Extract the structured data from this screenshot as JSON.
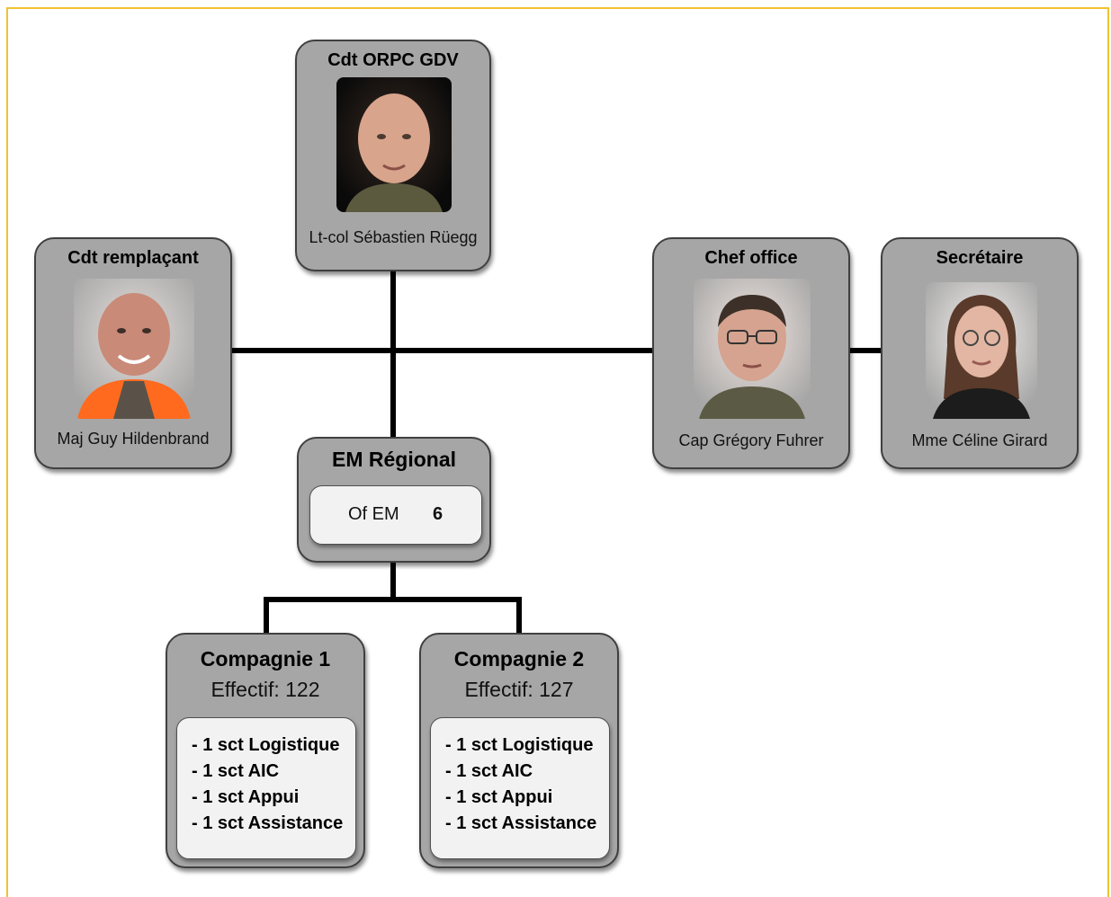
{
  "nodes": {
    "cdt": {
      "title": "Cdt ORPC GDV",
      "name": "Lt-col Sébastien Rüegg"
    },
    "deputy": {
      "title": "Cdt remplaçant",
      "name": "Maj Guy Hildenbrand"
    },
    "office": {
      "title": "Chef office",
      "name": "Cap Grégory Fuhrer"
    },
    "secretary": {
      "title": "Secrétaire",
      "name": "Mme Céline Girard"
    },
    "staff": {
      "title": "EM Régional",
      "label": "Of EM",
      "count": "6"
    }
  },
  "companies": [
    {
      "title": "Compagnie 1",
      "effectif": "Effectif: 122",
      "units": [
        "- 1 sct Logistique",
        "- 1 sct AIC",
        "- 1 sct Appui",
        "- 1 sct Assistance"
      ]
    },
    {
      "title": "Compagnie 2",
      "effectif": "Effectif: 127",
      "units": [
        "- 1 sct Logistique",
        "- 1 sct AIC",
        "- 1 sct Appui",
        "- 1 sct Assistance"
      ]
    }
  ],
  "colors": {
    "box_fill": "#a6a6a6",
    "inner_fill": "#f2f2f2",
    "connector": "#000000",
    "frame": "#f2c230"
  }
}
